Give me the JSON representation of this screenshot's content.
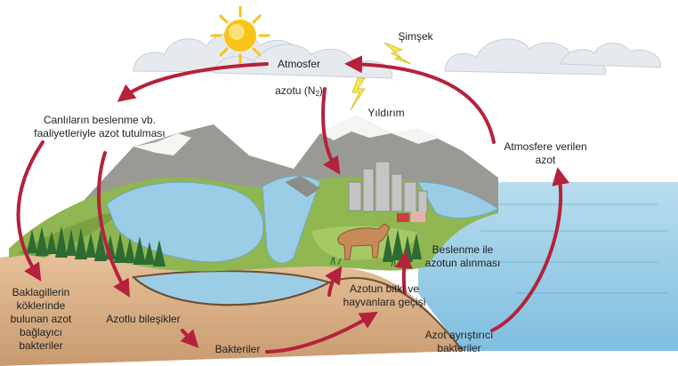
{
  "labels": {
    "atmosphere_line1": "Atmosfer",
    "atmosphere_line2_prefix": "azotu (N",
    "atmosphere_subscript": "2",
    "atmosphere_line2_suffix": ")",
    "lightning": "Şimşek",
    "thunderbolt": "Yıldırım",
    "fixation": "Canlıların beslenme vb.\nfaaliyetleriyle azot tutulması",
    "release": "Atmosfere verilen\nazot",
    "legume_bacteria": "Baklagillerin\nköklerinde\nbulunan azot\nbağlayıcı\nbakteriler",
    "nitrogen_compounds": "Azotlu bileşikler",
    "bacteria": "Bakteriler",
    "plant_animal_transfer": "Azotun bitki ve\nhayvanlara geçişi",
    "uptake_by_feeding": "Beslenme ile\nazotun alınması",
    "decomposer_bacteria": "Azot ayrıştırıcı\nbakteriler"
  },
  "colors": {
    "arrow": "#b5223c",
    "sky_cloud": "#e6eaef",
    "water": "#9ccde6",
    "land_green": "#8fb651",
    "soil": "#d9b28c",
    "mountain": "#9a9a94",
    "sun": "#f7c417"
  },
  "icons": [
    "sun-icon",
    "lightning-bolt-icon",
    "thunderbolt-icon",
    "cow-icon",
    "factory-icon",
    "forest-icon"
  ]
}
